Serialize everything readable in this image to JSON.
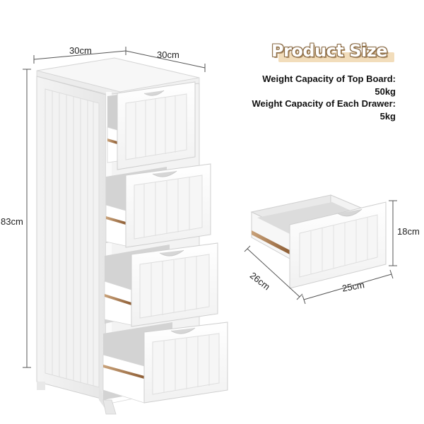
{
  "heading": "Product Size",
  "specs": {
    "top_board_label": "Weight Capacity of Top Board:",
    "top_board_value": "50kg",
    "drawer_label": "Weight Capacity of Each Drawer:",
    "drawer_value": "5kg"
  },
  "cabinet_dimensions": {
    "width": "30cm",
    "depth": "30cm",
    "height": "83cm"
  },
  "drawer_dimensions": {
    "height": "18cm",
    "depth": "26cm",
    "width": "25cm"
  },
  "colors": {
    "furniture": "#ffffff",
    "shadow": "#d9d9d9",
    "drawer_interior": "#cfcfcf",
    "wood_edge": "#9a6b3f",
    "heading_fill": "#f2ddbb",
    "heading_outline": "#8a6b45",
    "dimension_line": "#555555"
  }
}
